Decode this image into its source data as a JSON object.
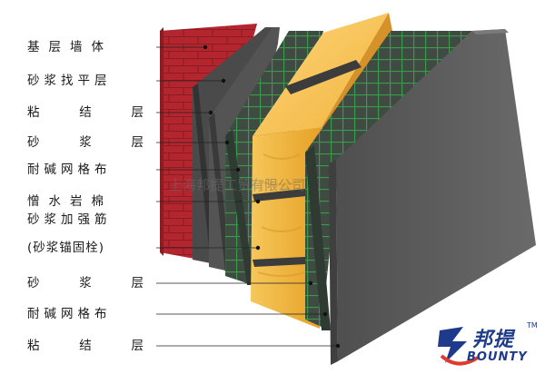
{
  "diagram": {
    "layers": [
      {
        "label": "基层墙体"
      },
      {
        "label": "砂浆找平层"
      },
      {
        "label": "粘结层"
      },
      {
        "label": "砂浆层"
      },
      {
        "label": "耐碱网格布"
      },
      {
        "label": "憎水岩棉"
      },
      {
        "label": "砂浆加强筋"
      },
      {
        "label": "(砂浆锚固栓)"
      },
      {
        "label": "砂浆层"
      },
      {
        "label": "耐碱网格布"
      },
      {
        "label": "粘结层"
      }
    ],
    "watermark": "上海邦提工贸有限公司",
    "logo": {
      "cn": "邦提",
      "tm": "TM",
      "en": "BOUNTY"
    },
    "colors": {
      "brick": "#b3262f",
      "mortar_dark": "#4a4a4a",
      "mesh_green": "#2f7a3a",
      "wool_yellow": "#f2b632",
      "outer_gray": "#5c5c5c",
      "logo_blue": "#1e3a8a"
    }
  }
}
